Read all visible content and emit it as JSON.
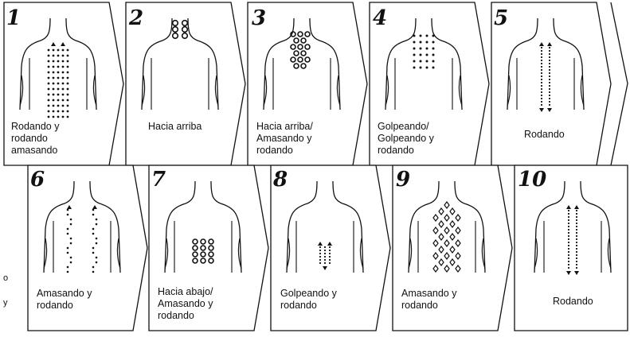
{
  "steps": [
    {
      "number": "1",
      "caption": "Rodando y\nrodando\namasando",
      "pattern": "full-back-dots-arrows-up"
    },
    {
      "number": "2",
      "caption": "Hacia arriba",
      "pattern": "neck-circles"
    },
    {
      "number": "3",
      "caption": "Hacia arriba/\nAmasando y\nrodando",
      "pattern": "upper-back-circles"
    },
    {
      "number": "4",
      "caption": "Golpeando/\nGolpeando y\nrodando",
      "pattern": "upper-back-dot-grid"
    },
    {
      "number": "5",
      "caption": "Rodando",
      "pattern": "spine-lines-arrows-both"
    },
    {
      "number": "6",
      "caption": "Amasando y\nrodando",
      "pattern": "side-wavy-lines"
    },
    {
      "number": "7",
      "caption": "Hacia abajo/\nAmasando y\nrodando",
      "pattern": "lower-back-circles"
    },
    {
      "number": "8",
      "caption": "Golpeando y\nrodando",
      "pattern": "lower-spine-short-arrows"
    },
    {
      "number": "9",
      "caption": "Amasando y\nrodando",
      "pattern": "full-back-diamonds"
    },
    {
      "number": "10",
      "caption": "Rodando",
      "pattern": "spine-lines-arrows-both"
    }
  ],
  "edge_text": [
    "o",
    "y"
  ]
}
